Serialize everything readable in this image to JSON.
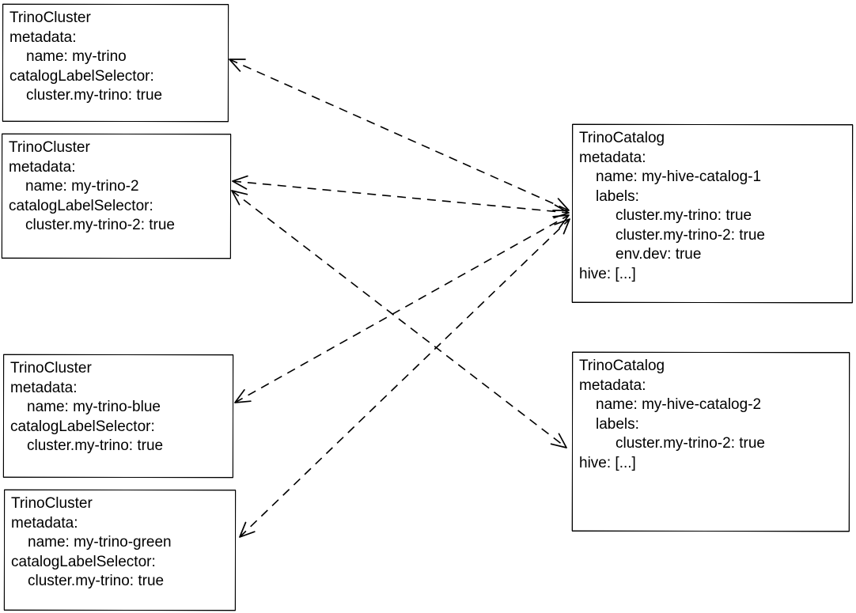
{
  "page": {
    "background_color": "#ffffff",
    "ink_color": "#000000"
  },
  "diagram": {
    "nodes": [
      {
        "id": "my-trino",
        "kind": "TrinoCluster",
        "lines": [
          {
            "indent": 0,
            "text": "TrinoCluster"
          },
          {
            "indent": 0,
            "text": "metadata:"
          },
          {
            "indent": 1,
            "text": "name: my-trino"
          },
          {
            "indent": 0,
            "text": "catalogLabelSelector:"
          },
          {
            "indent": 1,
            "text": "cluster.my-trino: true"
          }
        ]
      },
      {
        "id": "my-trino-2",
        "kind": "TrinoCluster",
        "lines": [
          {
            "indent": 0,
            "text": "TrinoCluster"
          },
          {
            "indent": 0,
            "text": "metadata:"
          },
          {
            "indent": 1,
            "text": "name: my-trino-2"
          },
          {
            "indent": 0,
            "text": "catalogLabelSelector:"
          },
          {
            "indent": 1,
            "text": "cluster.my-trino-2: true"
          }
        ]
      },
      {
        "id": "my-trino-blue",
        "kind": "TrinoCluster",
        "lines": [
          {
            "indent": 0,
            "text": "TrinoCluster"
          },
          {
            "indent": 0,
            "text": "metadata:"
          },
          {
            "indent": 1,
            "text": "name: my-trino-blue"
          },
          {
            "indent": 0,
            "text": "catalogLabelSelector:"
          },
          {
            "indent": 1,
            "text": "cluster.my-trino: true"
          }
        ]
      },
      {
        "id": "my-trino-green",
        "kind": "TrinoCluster",
        "lines": [
          {
            "indent": 0,
            "text": "TrinoCluster"
          },
          {
            "indent": 0,
            "text": "metadata:"
          },
          {
            "indent": 1,
            "text": "name: my-trino-green"
          },
          {
            "indent": 0,
            "text": "catalogLabelSelector:"
          },
          {
            "indent": 1,
            "text": "cluster.my-trino: true"
          }
        ]
      },
      {
        "id": "my-hive-catalog-1",
        "kind": "TrinoCatalog",
        "lines": [
          {
            "indent": 0,
            "text": "TrinoCatalog"
          },
          {
            "indent": 0,
            "text": "metadata:"
          },
          {
            "indent": 1,
            "text": "name: my-hive-catalog-1"
          },
          {
            "indent": 1,
            "text": "labels:"
          },
          {
            "indent": 2,
            "text": "cluster.my-trino: true"
          },
          {
            "indent": 2,
            "text": "cluster.my-trino-2: true"
          },
          {
            "indent": 2,
            "text": "env.dev: true"
          },
          {
            "indent": 0,
            "text": "hive: [...]"
          }
        ]
      },
      {
        "id": "my-hive-catalog-2",
        "kind": "TrinoCatalog",
        "lines": [
          {
            "indent": 0,
            "text": "TrinoCatalog"
          },
          {
            "indent": 0,
            "text": "metadata:"
          },
          {
            "indent": 1,
            "text": "name: my-hive-catalog-2"
          },
          {
            "indent": 1,
            "text": "labels:"
          },
          {
            "indent": 2,
            "text": "cluster.my-trino-2: true"
          },
          {
            "indent": 0,
            "text": "hive: [...]"
          }
        ]
      }
    ],
    "edges": [
      {
        "from": "my-trino",
        "to": "my-hive-catalog-1",
        "style": "dashed",
        "arrows": "both"
      },
      {
        "from": "my-trino-2",
        "to": "my-hive-catalog-1",
        "style": "dashed",
        "arrows": "both"
      },
      {
        "from": "my-trino-blue",
        "to": "my-hive-catalog-1",
        "style": "dashed",
        "arrows": "both"
      },
      {
        "from": "my-trino-green",
        "to": "my-hive-catalog-1",
        "style": "dashed",
        "arrows": "both"
      },
      {
        "from": "my-trino-2",
        "to": "my-hive-catalog-2",
        "style": "dashed",
        "arrows": "both"
      }
    ]
  }
}
